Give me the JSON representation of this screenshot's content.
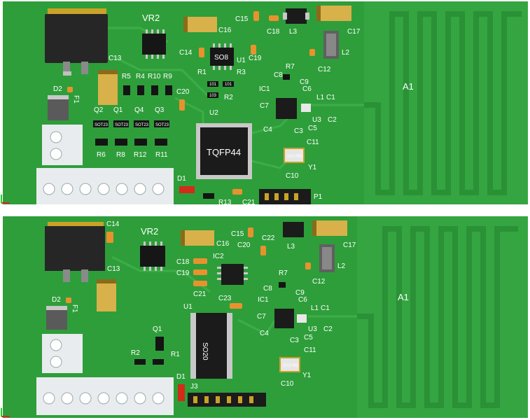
{
  "colors": {
    "board": "#2e9e3a",
    "board_light": "#35a843",
    "trace": "#3fb24c",
    "ic_body": "#1e1e1e",
    "pin": "#c8c8c8",
    "gold": "#c9a227",
    "connector_white": "#e8ecef",
    "resistor": "#141414",
    "cap_orange": "#e8922e",
    "led_red": "#d42a1a"
  },
  "top_board": {
    "labels": {
      "vr2": "VR2",
      "c13": "C13",
      "c16": "C16",
      "c15": "C15",
      "c18": "C18",
      "l3": "L3",
      "c17": "C17",
      "c14": "C14",
      "so8": "SO8",
      "u1": "U1",
      "c19": "C19",
      "l2": "L2",
      "r1": "R1",
      "r3": "R3",
      "c12": "C12",
      "r5": "R5",
      "r4": "R4",
      "r10": "R10",
      "r9": "R9",
      "r7": "R7",
      "c8": "C8",
      "r2": "R2",
      "ic1": "IC1",
      "c9": "C9",
      "c6": "C6",
      "d2": "D2",
      "f1": "F1",
      "c20": "C20",
      "l1": "L1",
      "c1": "C1",
      "c7": "C7",
      "q2": "Q2",
      "q1": "Q1",
      "q4": "Q4",
      "q3": "Q3",
      "u2": "U2",
      "c2": "C2",
      "u3": "U3",
      "c4": "C4",
      "c3": "C3",
      "c5": "C5",
      "c11": "C11",
      "r6": "R6",
      "r8": "R8",
      "r12": "R12",
      "r11": "R11",
      "tqfp44": "TQFP44",
      "y1": "Y1",
      "c10": "C10",
      "d1": "D1",
      "r13": "R13",
      "c21": "C21",
      "p1": "P1",
      "a1": "A1",
      "sot23": "SOT23",
      "r_code": "101",
      "r_code_b": "103",
      "xtal": "20.0 RG"
    }
  },
  "bottom_board": {
    "labels": {
      "c14": "C14",
      "vr2": "VR2",
      "c15": "C15",
      "c22": "C22",
      "l3": "L3",
      "c17": "C17",
      "c16": "C16",
      "c20": "C20",
      "c13": "C13",
      "ic2": "IC2",
      "c18": "C18",
      "l2": "L2",
      "c19": "C19",
      "r7": "R7",
      "c12": "C12",
      "c21": "C21",
      "c23": "C23",
      "c8": "C8",
      "c9": "C9",
      "d2": "D2",
      "f1": "F1",
      "ic1": "IC1",
      "c6": "C6",
      "a1": "A1",
      "u1": "U1",
      "l1": "L1",
      "c1": "C1",
      "c7": "C7",
      "c2": "C2",
      "q1": "Q1",
      "u3": "U3",
      "c4": "C4",
      "c3": "C3",
      "c5": "C5",
      "so20": "SO20",
      "c11": "C11",
      "r2": "R2",
      "r1": "R1",
      "y1": "Y1",
      "c10": "C10",
      "d1": "D1",
      "j3": "J3",
      "xtal": "20.0 RG"
    }
  }
}
